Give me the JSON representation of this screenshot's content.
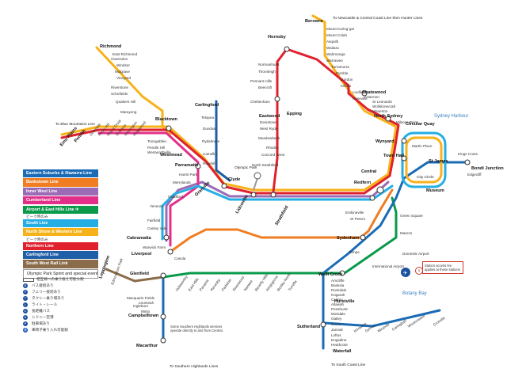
{
  "lines": [
    {
      "name": "Eastern Suburbs & Illawarra Line",
      "color": "#1a6bb5"
    },
    {
      "name": "Bankstown Line",
      "color": "#f07d22"
    },
    {
      "name": "Inner West Line",
      "color": "#9b6bb5"
    },
    {
      "name": "Cumberland Line",
      "color": "#e2308a"
    },
    {
      "name": "Airport & East Hills Line",
      "color": "#0a9a4a",
      "badge": "✈"
    },
    {
      "name": "South Line",
      "color": "#25aee3"
    },
    {
      "name": "North Shore & Western Line",
      "color": "#f7b21a"
    },
    {
      "name": "Northern Line",
      "color": "#e0212d"
    },
    {
      "name": "Carlingford Line",
      "color": "#1f5fa8"
    },
    {
      "name": "South West Rail Link",
      "color": "#8a6b4a"
    },
    {
      "name": "Olympic Park Sprint and special event services",
      "color": "#ffffff"
    }
  ],
  "legend_notes": {
    "airport_note": "ピーク時のみ",
    "western_note": "ピーク時のみ"
  },
  "key_items": [
    "相互線への乗り換え可能な駅",
    "バス接続あり",
    "フェリー接続あり",
    "タクシー乗り場あり",
    "ライト・レール",
    "長距離バス",
    "シドニー空港",
    "駐車場あり",
    "車椅子乗り入れ可能駅"
  ],
  "stations": {
    "major": [
      "Hornsby",
      "Berowra",
      "Epping",
      "Chatswood",
      "North Sydney",
      "Circular Quay",
      "Wynyard",
      "Town Hall",
      "St James",
      "Martin Place",
      "Museum",
      "Central",
      "Redfern",
      "Blacktown",
      "Westmead",
      "Parramatta",
      "Clyde",
      "Lidcombe",
      "Strathfield",
      "Granville",
      "Cabramatta",
      "Liverpool",
      "Glenfield",
      "Sydenham",
      "Wolli Creek",
      "Hurstville",
      "Sutherland",
      "Waterfall",
      "Campbelltown",
      "Macarthur",
      "Eastwood",
      "Carlingford",
      "Richmond",
      "Emu Plains",
      "Penrith",
      "Bondi Junction"
    ],
    "north_branch": [
      "Mount Kuring-gai",
      "Mount Colah",
      "Asquith",
      "Waitara",
      "Wahroonga",
      "Warrawee",
      "Turramurra",
      "Pymble",
      "Gordon",
      "Killara",
      "Lindfield",
      "Roseville",
      "Artarmon",
      "St Leonards",
      "Wollstonecraft",
      "Waverton",
      "Milsons Point"
    ],
    "richmond_branch": [
      "East Richmond",
      "Clarendon",
      "Windsor",
      "Mulgrave",
      "Vineyard",
      "Riverstone",
      "Schofields",
      "Quakers Hill",
      "Marayong"
    ],
    "northern_west": [
      "Normanhurst",
      "Thornleigh",
      "Pennant Hills",
      "Beecroft",
      "Cheltenham",
      "Denistone",
      "West Ryde",
      "Meadowbank",
      "Rhodes",
      "Concord West",
      "North Strathfield"
    ],
    "carlingford_branch": [
      "Telopea",
      "Dundas",
      "Rydalmere",
      "Camellia",
      "Rosehill"
    ],
    "west_branch": [
      "Doonside",
      "Rooty Hill",
      "Mount Druitt",
      "St Marys",
      "Werrington",
      "Kingswood",
      "Toongabbie",
      "Pendle Hill",
      "Wentworthville",
      "Harris Park",
      "Merrylands",
      "Guildford",
      "Yennora",
      "Fairfield",
      "Canley Vale",
      "Warwick Farm",
      "Casula"
    ],
    "east": [
      "Kings Cross",
      "Edgecliff",
      "Green Square",
      "Mascot",
      "Domestic Airport",
      "International Airport",
      "Tempe",
      "Erskineville",
      "St Peters"
    ],
    "south": [
      "Arncliffe",
      "Banksia",
      "Rockdale",
      "Kogarah",
      "Carlton",
      "Allawah",
      "Penshurst",
      "Mortdale",
      "Oatley",
      "Como",
      "Jannali",
      "Sutherland",
      "Loftus",
      "Engadine",
      "Heathcote",
      "Cronulla",
      "Kirrawee",
      "Gymea",
      "Miranda",
      "Caringbah",
      "Woolooware"
    ],
    "southwest": [
      "Macquarie Fields",
      "Ingleburn",
      "Minto",
      "Leumeah",
      "Leppington",
      "Edmondson Park",
      "Holsworthy",
      "East Hills",
      "Panania",
      "Revesby",
      "Padstow",
      "Riverwood",
      "Narwee",
      "Beverly Hills",
      "Kingsgrove",
      "Bexley North",
      "Turrella"
    ]
  },
  "places": {
    "olympic_park": "Olympic Park",
    "sydney_harbour": "Sydney Harbour",
    "botany_bay": "Botany Bay",
    "to_blue_mountains": "To Blue Mountains Line",
    "to_newcastle": "To Newcastle & Central Coast Line then Hunter Lines",
    "to_southern_highlands": "To Southern Highlands Lines",
    "to_south_coast": "To South Coast Line",
    "city_circle": "City Circle"
  },
  "notes": {
    "station_access": "Station access fee applies at these stations",
    "southern_highlands": "Some Southern Highlands services operate directly to and from Central."
  },
  "colors": {
    "water": "#3a7fc1",
    "background": "#ffffff"
  }
}
